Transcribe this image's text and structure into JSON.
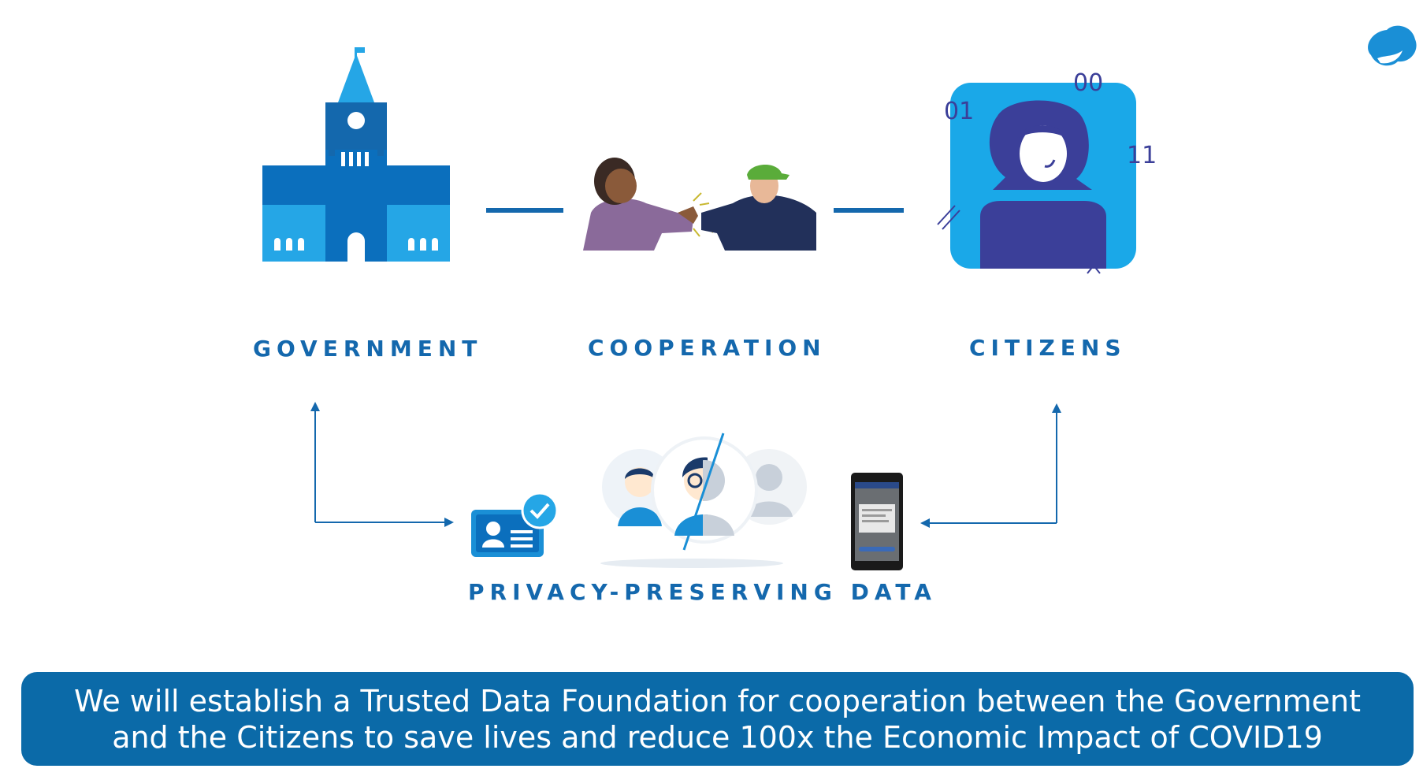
{
  "diagram": {
    "nodes": {
      "government": {
        "label": "GOVERNMENT"
      },
      "cooperation": {
        "label": "COOPERATION"
      },
      "citizens": {
        "label": "CITIZENS",
        "binary_digits": [
          "00",
          "01",
          "11"
        ]
      },
      "privacy_data": {
        "label": "PRIVACY-PRESERVING DATA"
      }
    },
    "colors": {
      "primary_blue": "#1468ad",
      "light_blue": "#25a6e6",
      "citizen_bg": "#1aa8e8",
      "citizen_body": "#3b3f99",
      "banner_bg": "#0b6aa8"
    },
    "icons": [
      "logo-icon",
      "government-building-icon",
      "cooperation-elbow-bump-image",
      "citizen-avatar-icon",
      "id-card-check-icon",
      "people-privacy-icon",
      "mobile-phone-icon"
    ]
  },
  "banner": {
    "line1": "We will establish a Trusted Data Foundation for cooperation between the Government",
    "line2": "and the Citizens to save lives and reduce 100x the Economic Impact of COVID19"
  }
}
